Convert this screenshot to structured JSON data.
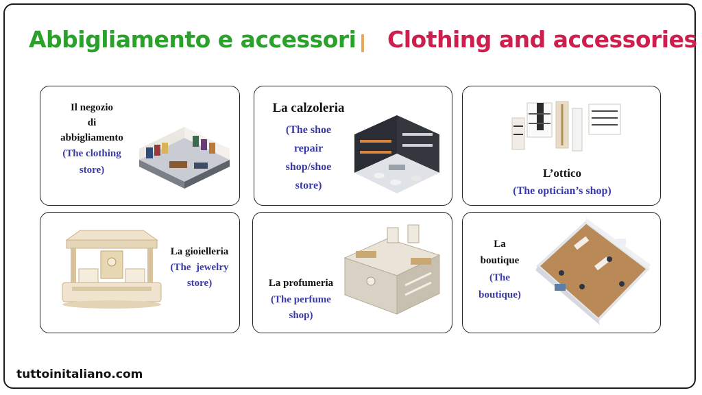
{
  "header": {
    "title_italian": "Abbigliamento e accessori",
    "separator": "I",
    "title_english": "Clothing and accessories",
    "color_italian": "#2aa12a",
    "color_english": "#cc1f4e"
  },
  "cards": [
    {
      "italian": "Il negozio di abbigliamento",
      "italian_lines": [
        "Il negozio",
        "di",
        "abbigliamento"
      ],
      "english_lines": [
        "(The clothing",
        "store)"
      ],
      "image": "clothing-store-image"
    },
    {
      "italian": "La calzoleria",
      "italian_lines": [
        "La calzoleria"
      ],
      "english_lines": [
        "(The shoe",
        "repair",
        "shop/shoe",
        "store)"
      ],
      "image": "shoe-store-image"
    },
    {
      "italian": "L’ottico",
      "italian_lines": [
        "L’ottico"
      ],
      "english_lines": [
        "(The optician’s shop)"
      ],
      "image": "optician-display-image"
    },
    {
      "italian": "La gioielleria",
      "italian_lines": [
        "La gioielleria"
      ],
      "english_lines": [
        "(The  jewelry",
        "store)"
      ],
      "image": "jewelry-kiosk-image"
    },
    {
      "italian": "La profumeria",
      "italian_lines": [
        "La profumeria"
      ],
      "english_lines": [
        "(The perfume",
        "shop)"
      ],
      "image": "perfume-shop-image"
    },
    {
      "italian": "La boutique",
      "italian_lines": [
        "La",
        "boutique"
      ],
      "english_lines": [
        "(The",
        "boutique)"
      ],
      "image": "boutique-image"
    }
  ],
  "footer": {
    "site": "tuttoinitaliano.com"
  }
}
